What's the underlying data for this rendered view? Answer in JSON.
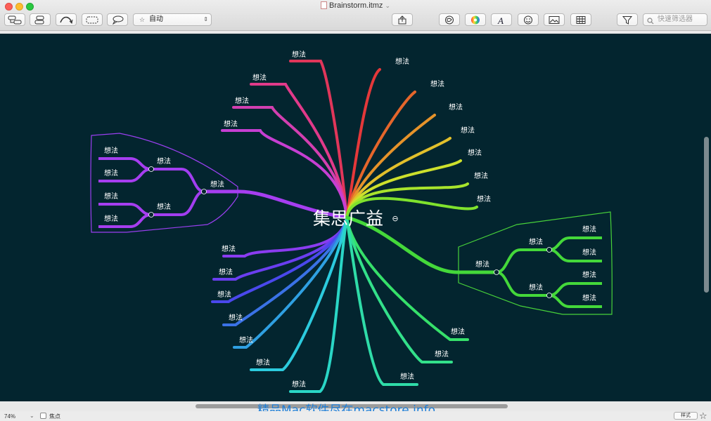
{
  "window": {
    "title": "Brainstorm.itmz",
    "title_chevron": "⌄"
  },
  "toolbar": {
    "structure_select": "自动",
    "structure_select_icon": "☆",
    "search_placeholder": "快速筛选器"
  },
  "mindmap": {
    "center": "集思广益",
    "node_label": "想法",
    "collapse_glyph": "⊖"
  },
  "status": {
    "zoom": "74%",
    "zoom_arrow": "⌄",
    "focus_label": "焦点",
    "style_button": "样式",
    "star_icon": "☆"
  },
  "watermark": "精品Mac软件尽在macstore.info",
  "colors": {
    "canvas": "#03252f",
    "left_group_border": "#9a3ff0",
    "right_group_border": "#48d23a"
  },
  "icons": [
    "add-topic-icon",
    "add-subtopic-icon",
    "relationship-icon",
    "boundary-icon",
    "callout-icon",
    "share-icon",
    "emoji-icon",
    "color-icon",
    "font-icon",
    "face-icon",
    "image-icon",
    "table-icon",
    "filter-icon",
    "search-icon"
  ]
}
